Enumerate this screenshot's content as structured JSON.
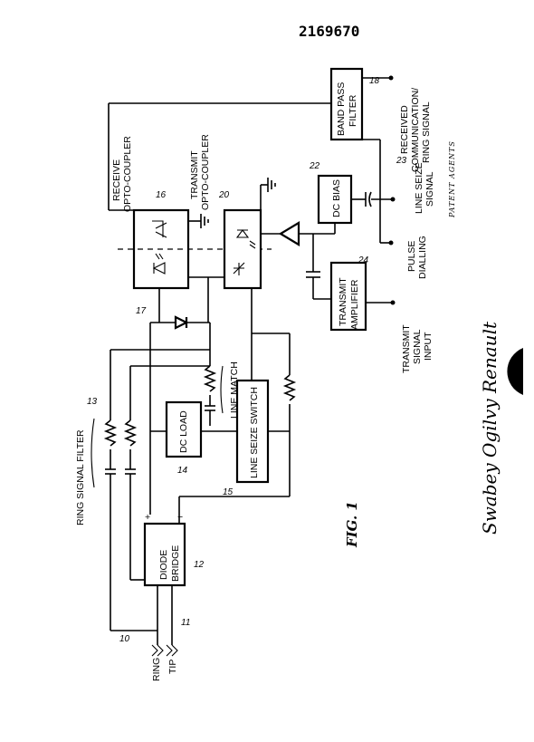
{
  "patent_number": "2169670",
  "signature": {
    "name": "Swabey Ogilvy Renault",
    "subtitle": "PATENT AGENTS"
  },
  "figure_label": "FIG. 1",
  "blocks": {
    "band_pass_filter": {
      "line1": "BAND PASS",
      "line2": "FILTER",
      "ref": "18"
    },
    "dc_bias": {
      "text": "DC BIAS",
      "ref": "22"
    },
    "transmit_amplifier": {
      "line1": "TRANSMIT",
      "line2": "AMPLIFIER",
      "ref": "24"
    },
    "dc_load": {
      "text": "DC LOAD",
      "ref": "14"
    },
    "line_seize_switch": {
      "text": "LINE SEIZE SWITCH",
      "ref": "15"
    },
    "diode_bridge": {
      "line1": "DIODE",
      "line2": "BRIDGE",
      "ref": "12",
      "plus": "+",
      "minus": "−"
    },
    "receive_opto": {
      "ref": "16"
    },
    "transmit_opto": {
      "ref": "20"
    }
  },
  "labels": {
    "receive_opto": [
      "RECEIVE",
      "OPTO-COUPLER"
    ],
    "transmit_opto": [
      "TRANSMIT",
      "OPTO-COUPLER"
    ],
    "received_comm": [
      "RECEIVED",
      "COMMUNICATION/",
      "RING SIGNAL"
    ],
    "line_seize_signal": [
      "LINE SEIZE",
      "SIGNAL"
    ],
    "pulse_dialling": [
      "PULSE",
      "DIALLING"
    ],
    "transmit_signal_input": [
      "TRANSMIT",
      "SIGNAL",
      "INPUT"
    ],
    "ring_signal_filter": "RING SIGNAL FILTER",
    "line_match": "LINE MATCH",
    "ring": "RING",
    "tip": "TIP"
  },
  "refs": {
    "ring": "10",
    "tip": "11",
    "ring_filter": "13",
    "node_17": "17",
    "node_23": "23"
  }
}
